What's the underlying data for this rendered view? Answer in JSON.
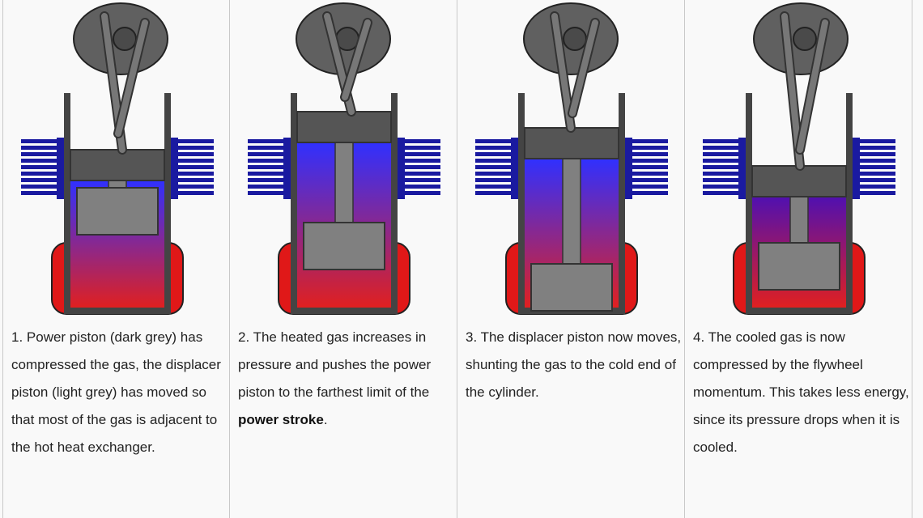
{
  "panels": [
    {
      "step": 1,
      "caption": [
        {
          "text": "1. Power piston (dark grey) has compressed the gas, the displacer piston (light grey) has moved so that most of the gas is adjacent to the hot heat exchanger.",
          "bold": false
        }
      ]
    },
    {
      "step": 2,
      "caption": [
        {
          "text": "2. The heated gas increases in pressure and pushes the power piston to the farthest limit of the ",
          "bold": false
        },
        {
          "text": "power stroke",
          "bold": true
        },
        {
          "text": ".",
          "bold": false
        }
      ]
    },
    {
      "step": 3,
      "caption": [
        {
          "text": "3. The displacer piston now moves, shunting the gas to the cold end of the cylinder.",
          "bold": false
        }
      ]
    },
    {
      "step": 4,
      "caption": [
        {
          "text": "4. The cooled gas is now compressed by the flywheel momentum. This takes less energy, since its pressure drops when it is cooled.",
          "bold": false
        }
      ]
    }
  ],
  "colors": {
    "cylinder_wall": "#444444",
    "power_piston": "#555555",
    "displacer": "#808080",
    "flywheel": "#606060",
    "cold_exchanger": "#1a1aa0",
    "hot_exchanger": "#e01818",
    "gas_cold": "#3030ff",
    "gas_hot": "#e02020"
  }
}
